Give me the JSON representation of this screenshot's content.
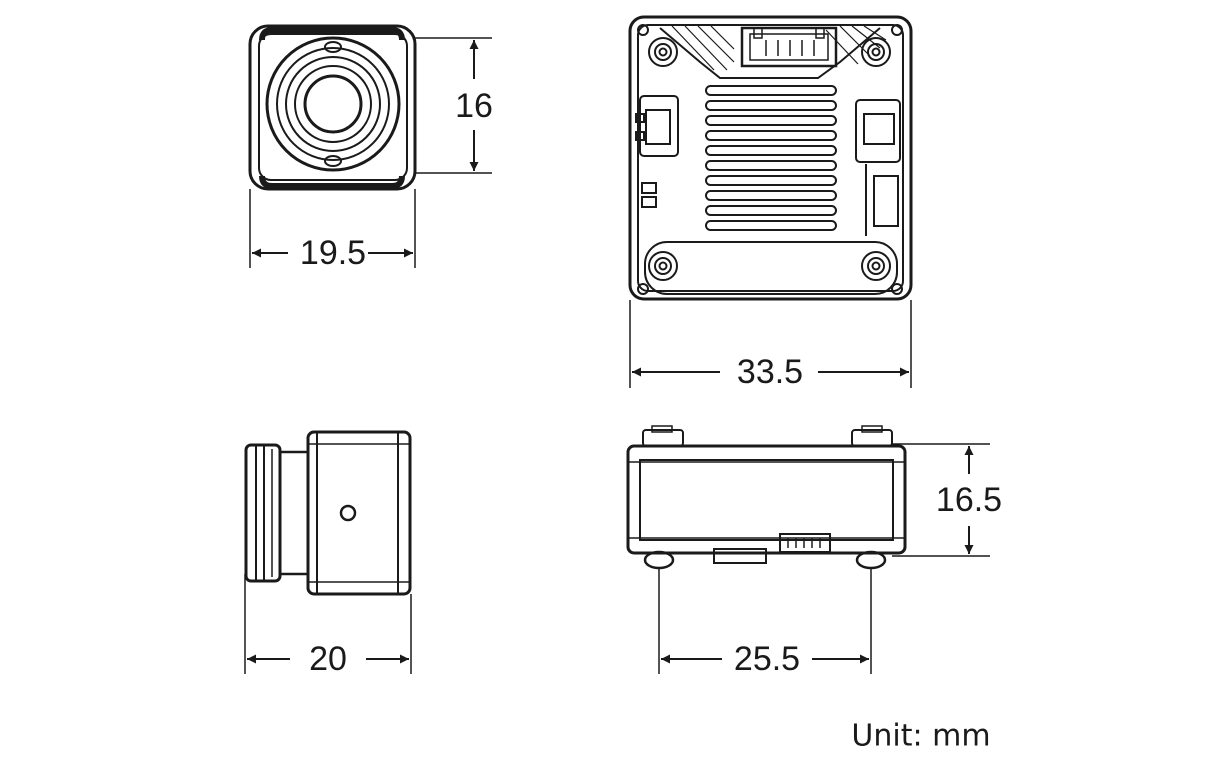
{
  "dimensions": {
    "front_height": "16",
    "front_width": "19.5",
    "back_width": "33.5",
    "side_depth": "20",
    "bottom_height": "16.5",
    "bottom_hole_spacing": "25.5"
  },
  "unit_label": "Unit: mm",
  "colors": {
    "line": "#1a1a1a",
    "background": "#ffffff"
  }
}
